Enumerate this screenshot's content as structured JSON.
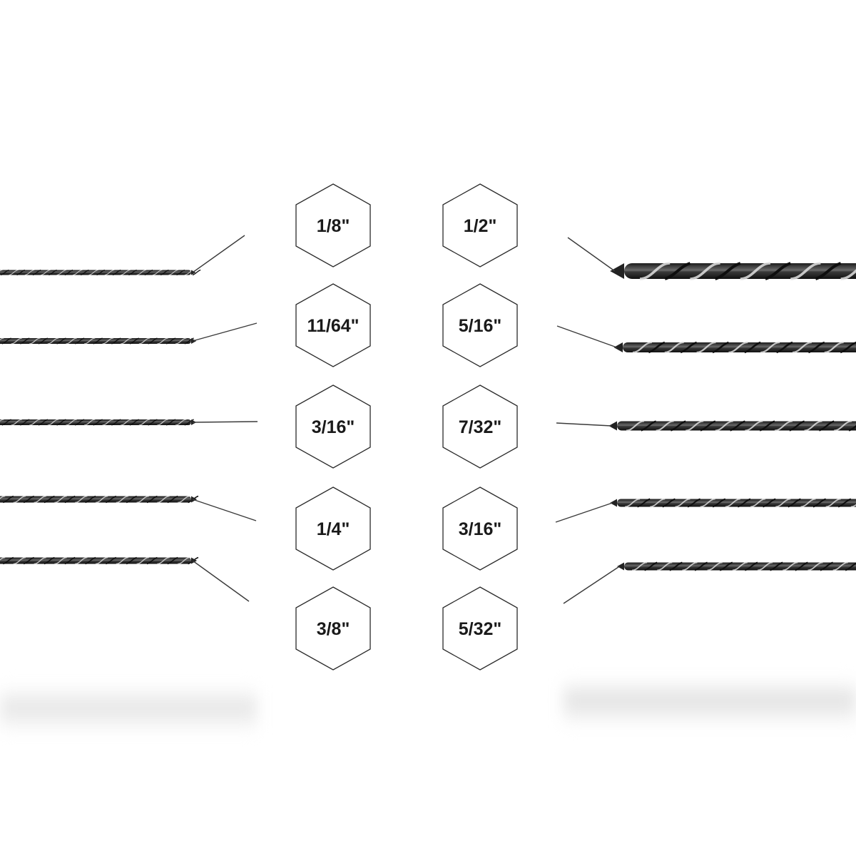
{
  "left_column": {
    "sizes": [
      "1/8\"",
      "11/64\"",
      "3/16\"",
      "1/4\"",
      "3/8\""
    ]
  },
  "right_column": {
    "sizes": [
      "1/2\"",
      "5/16\"",
      "7/32\"",
      "3/16\"",
      "5/32\""
    ]
  },
  "colors": {
    "background": "#ffffff",
    "hex_stroke": "#2a2a2a",
    "label": "#1a1a1a",
    "drill_steel": "#2e2e2e",
    "drill_highlight": "#d8d8d8"
  }
}
